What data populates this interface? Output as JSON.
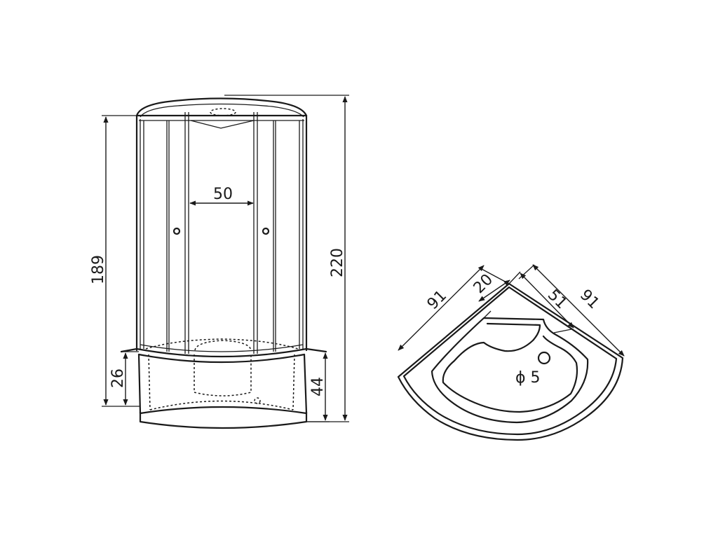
{
  "front_view": {
    "door_width": "50",
    "glass_height": "189",
    "tray_step_height": "26",
    "tray_height": "44",
    "total_height": "220"
  },
  "top_view": {
    "width_left": "91",
    "width_right": "91",
    "seat_depth": "20",
    "seat_width": "51",
    "drain_diameter": "ϕ 5"
  }
}
